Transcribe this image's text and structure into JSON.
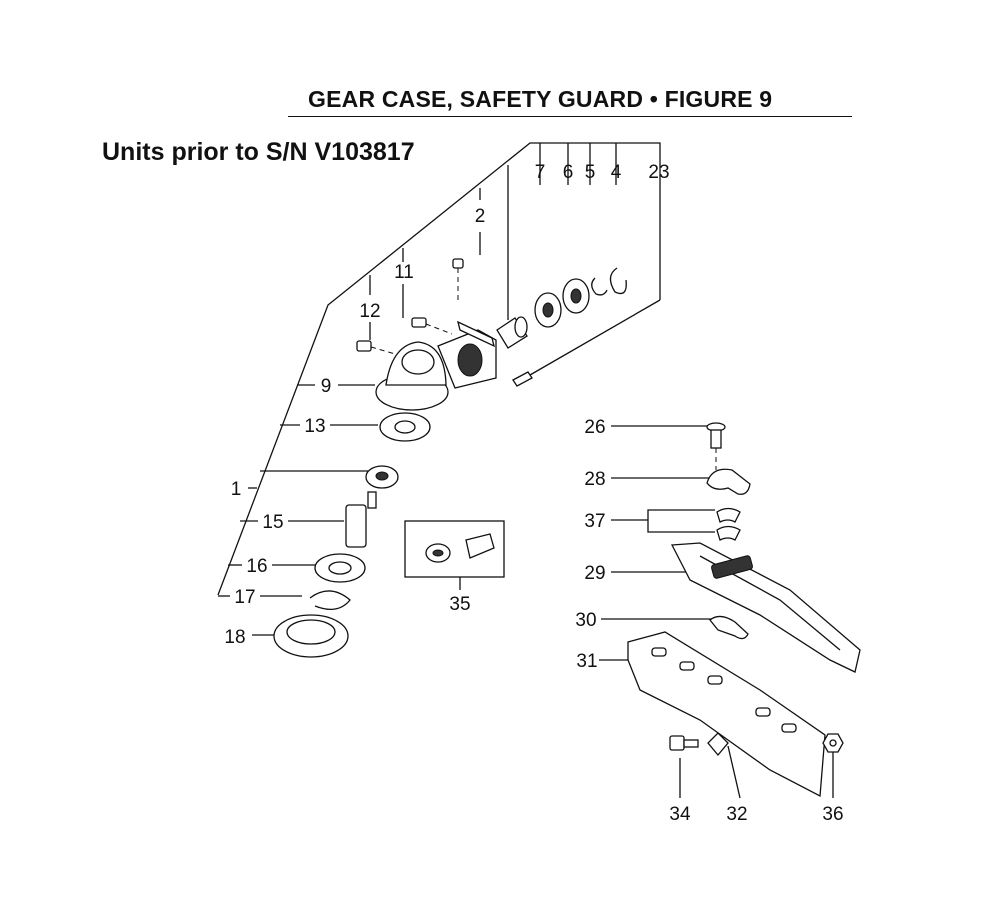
{
  "header": {
    "title": "GEAR CASE, SAFETY GUARD  •  FIGURE 9",
    "subtitle": "Units prior to S/N V103817"
  },
  "callouts": {
    "c1": "1",
    "c2": "2",
    "c4": "4",
    "c5": "5",
    "c6": "6",
    "c7": "7",
    "c9": "9",
    "c11": "11",
    "c12": "12",
    "c13": "13",
    "c15": "15",
    "c16": "16",
    "c17": "17",
    "c18": "18",
    "c23": "23",
    "c26": "26",
    "c28": "28",
    "c29": "29",
    "c30": "30",
    "c31": "31",
    "c32": "32",
    "c34": "34",
    "c35": "35",
    "c36": "36",
    "c37": "37"
  },
  "colors": {
    "ink": "#111111",
    "paper": "#ffffff"
  }
}
